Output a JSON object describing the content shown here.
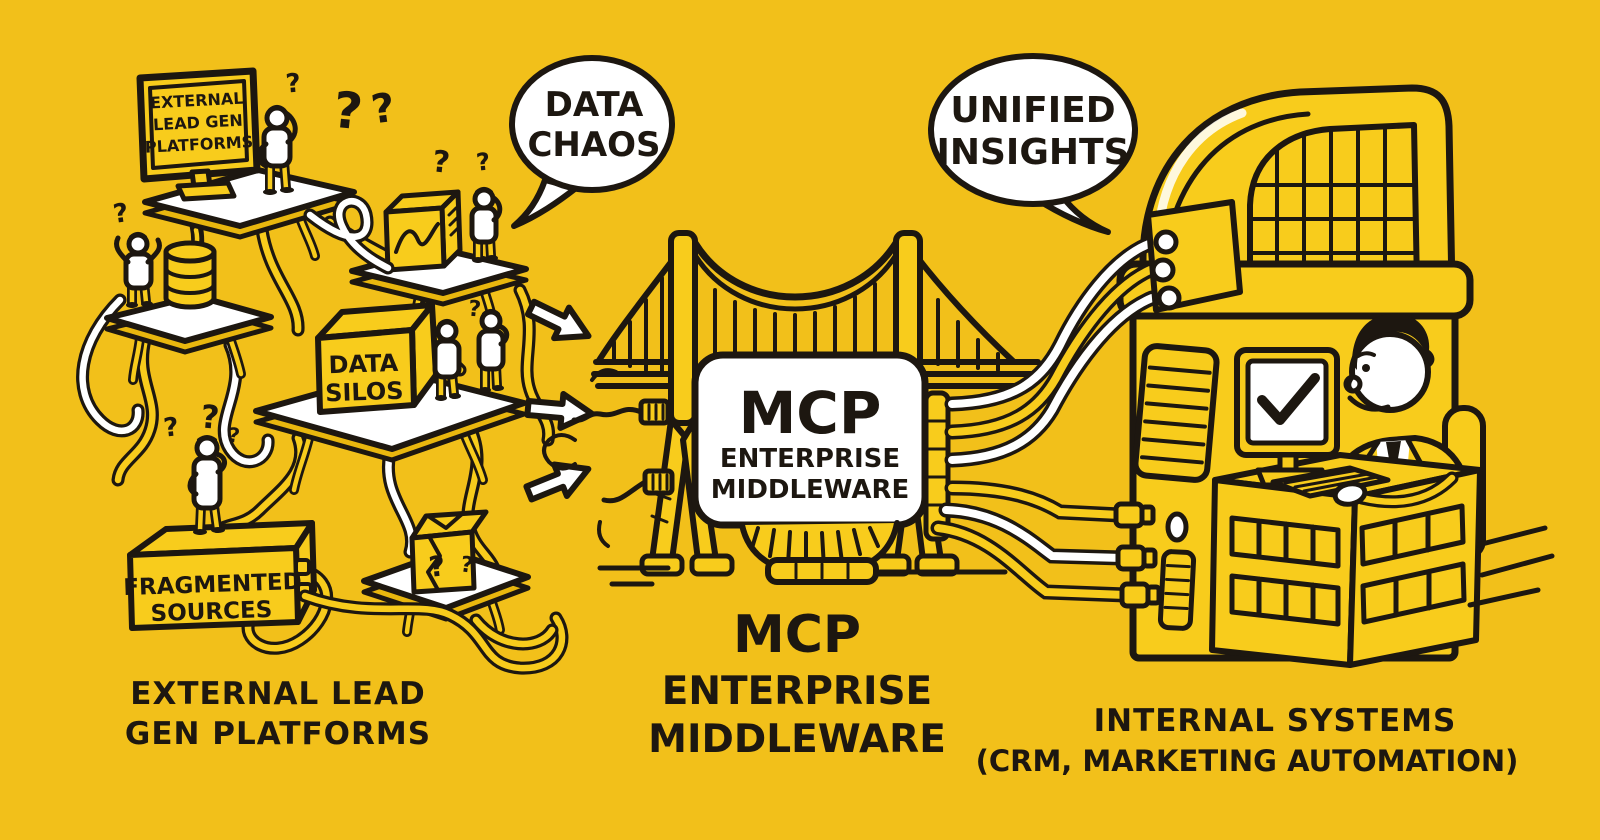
{
  "colors": {
    "background": "#F2C01A",
    "ink": "#1D1710",
    "object_yellow": "#F8CC1C",
    "white": "#FFFFFF"
  },
  "glyphs": {
    "question_mark": "?"
  },
  "left_cluster": {
    "monitor_sign_lines": [
      "EXTERNAL",
      "LEAD GEN",
      "PLATFORMS"
    ],
    "data_silos_lines": [
      "DATA",
      "SILOS"
    ],
    "fragmented_lines": [
      "FRAGMENTED",
      "SOURCES"
    ],
    "caption_lines": [
      "EXTERNAL LEAD",
      "GEN PLATFORMS"
    ]
  },
  "bubbles": {
    "data_chaos_lines": [
      "DATA",
      "CHAOS"
    ],
    "unified_insights_lines": [
      "UNIFIED",
      "INSIGHTS"
    ]
  },
  "bridge": {
    "sign_lines": [
      "MCP",
      "ENTERPRISE",
      "MIDDLEWARE"
    ],
    "caption_lines": [
      "MCP",
      "ENTERPRISE",
      "MIDDLEWARE"
    ]
  },
  "internal_systems": {
    "caption_lines": [
      "INTERNAL SYSTEMS",
      "(CRM, MARKETING AUTOMATION)"
    ]
  }
}
